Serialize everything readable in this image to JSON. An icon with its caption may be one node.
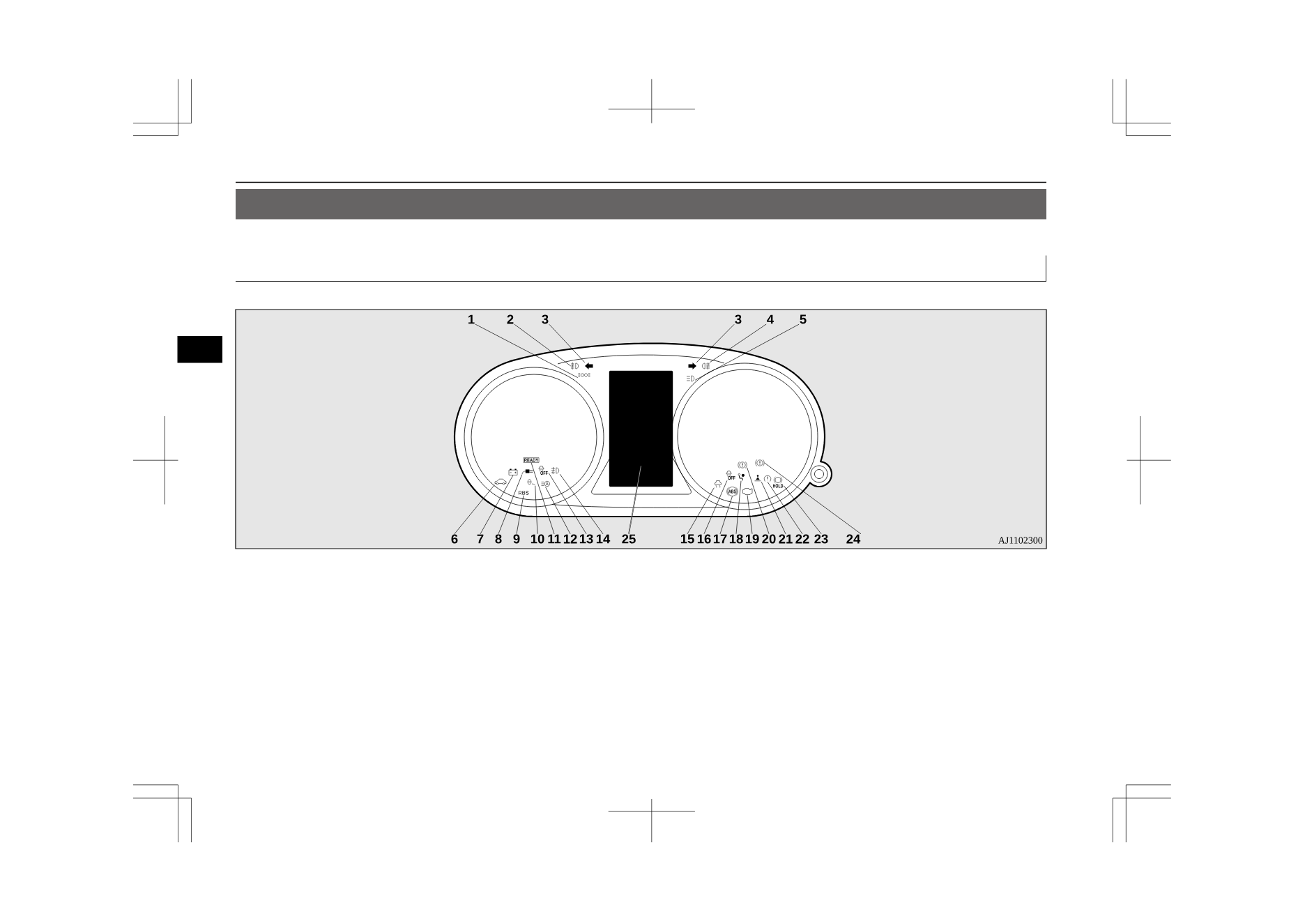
{
  "diagram": {
    "nodes": [
      {
        "text": [
          "1"
        ]
      },
      {
        "text": [
          "2"
        ]
      },
      {
        "text": [
          "3"
        ]
      },
      {
        "text": [
          "3"
        ]
      },
      {
        "text": [
          "4"
        ]
      },
      {
        "text": [
          "5"
        ]
      },
      {
        "text": [
          "6"
        ]
      },
      {
        "text": [
          "7"
        ]
      },
      {
        "text": [
          "8"
        ]
      },
      {
        "text": [
          "9"
        ]
      },
      {
        "text": [
          "10"
        ]
      },
      {
        "text": [
          "11"
        ]
      },
      {
        "text": [
          "12"
        ]
      },
      {
        "text": [
          "13"
        ]
      },
      {
        "text": [
          "14"
        ]
      },
      {
        "text": [
          "25"
        ]
      },
      {
        "text": [
          "15"
        ]
      },
      {
        "text": [
          "16"
        ]
      },
      {
        "text": [
          "17"
        ]
      },
      {
        "text": [
          "18"
        ]
      },
      {
        "text": [
          "19"
        ]
      },
      {
        "text": [
          "20"
        ]
      },
      {
        "text": [
          "21"
        ]
      },
      {
        "text": [
          "22"
        ]
      },
      {
        "text": [
          "23"
        ]
      },
      {
        "text": [
          "24"
        ]
      },
      {
        "text": [],
        "shape": "picture"
      },
      {
        "text": [],
        "shape": "picture"
      },
      {
        "text": [],
        "shape": "picture"
      },
      {
        "text": [],
        "shape": "picture"
      },
      {
        "text": [],
        "shape": "picture"
      },
      {
        "text": [],
        "shape": "picture"
      },
      {
        "text": [],
        "shape": "picture"
      },
      {
        "text": [],
        "shape": "picture"
      },
      {
        "text": [],
        "shape": "picture"
      },
      {
        "text": [
          "RBS"
        ]
      },
      {
        "text": [],
        "shape": "picture"
      },
      {
        "text": [
          "READY"
        ]
      },
      {
        "text": [],
        "shape": "picture"
      },
      {
        "text": [
          "OFF"
        ]
      },
      {
        "text": [],
        "shape": "picture"
      },
      {
        "text": [],
        "shape": "box"
      },
      {
        "text": [],
        "shape": "picture"
      },
      {
        "text": [
          "OFF"
        ]
      },
      {
        "text": [
          "ABS"
        ]
      },
      {
        "text": [],
        "shape": "picture"
      },
      {
        "text": [],
        "shape": "picture"
      },
      {
        "text": [],
        "shape": "picture"
      },
      {
        "text": [],
        "shape": "picture"
      },
      {
        "text": [],
        "shape": "picture"
      },
      {
        "text": [
          "HOLD"
        ]
      },
      {
        "text": [],
        "shape": "picture"
      }
    ],
    "edges": [
      {
        "from": 0,
        "to": 26,
        "arrow": "none"
      },
      {
        "from": 1,
        "to": 27,
        "arrow": "none"
      },
      {
        "from": 2,
        "to": 28,
        "arrow": "none"
      },
      {
        "from": 3,
        "to": 29,
        "arrow": "none"
      },
      {
        "from": 4,
        "to": 30,
        "arrow": "none"
      },
      {
        "from": 5,
        "to": 31,
        "arrow": "none"
      },
      {
        "from": 6,
        "to": 32,
        "arrow": "none"
      },
      {
        "from": 7,
        "to": 33,
        "arrow": "none"
      },
      {
        "from": 8,
        "to": 34,
        "arrow": "none"
      },
      {
        "from": 9,
        "to": 35,
        "arrow": "none"
      },
      {
        "from": 10,
        "to": 36,
        "arrow": "none"
      },
      {
        "from": 11,
        "to": 37,
        "arrow": "none"
      },
      {
        "from": 12,
        "to": 38,
        "arrow": "none"
      },
      {
        "from": 13,
        "to": 39,
        "arrow": "none"
      },
      {
        "from": 14,
        "to": 40,
        "arrow": "none"
      },
      {
        "from": 15,
        "to": 41,
        "arrow": "none"
      },
      {
        "from": 16,
        "to": 42,
        "arrow": "none"
      },
      {
        "from": 17,
        "to": 43,
        "arrow": "none"
      },
      {
        "from": 18,
        "to": 44,
        "arrow": "none"
      },
      {
        "from": 19,
        "to": 45,
        "arrow": "none"
      },
      {
        "from": 20,
        "to": 46,
        "arrow": "none"
      },
      {
        "from": 21,
        "to": 47,
        "arrow": "none"
      },
      {
        "from": 22,
        "to": 48,
        "arrow": "none"
      },
      {
        "from": 23,
        "to": 49,
        "arrow": "none"
      },
      {
        "from": 24,
        "to": 50,
        "arrow": "none"
      },
      {
        "from": 25,
        "to": 51,
        "arrow": "none"
      }
    ],
    "labels": [
      "AJ1102300"
    ]
  }
}
